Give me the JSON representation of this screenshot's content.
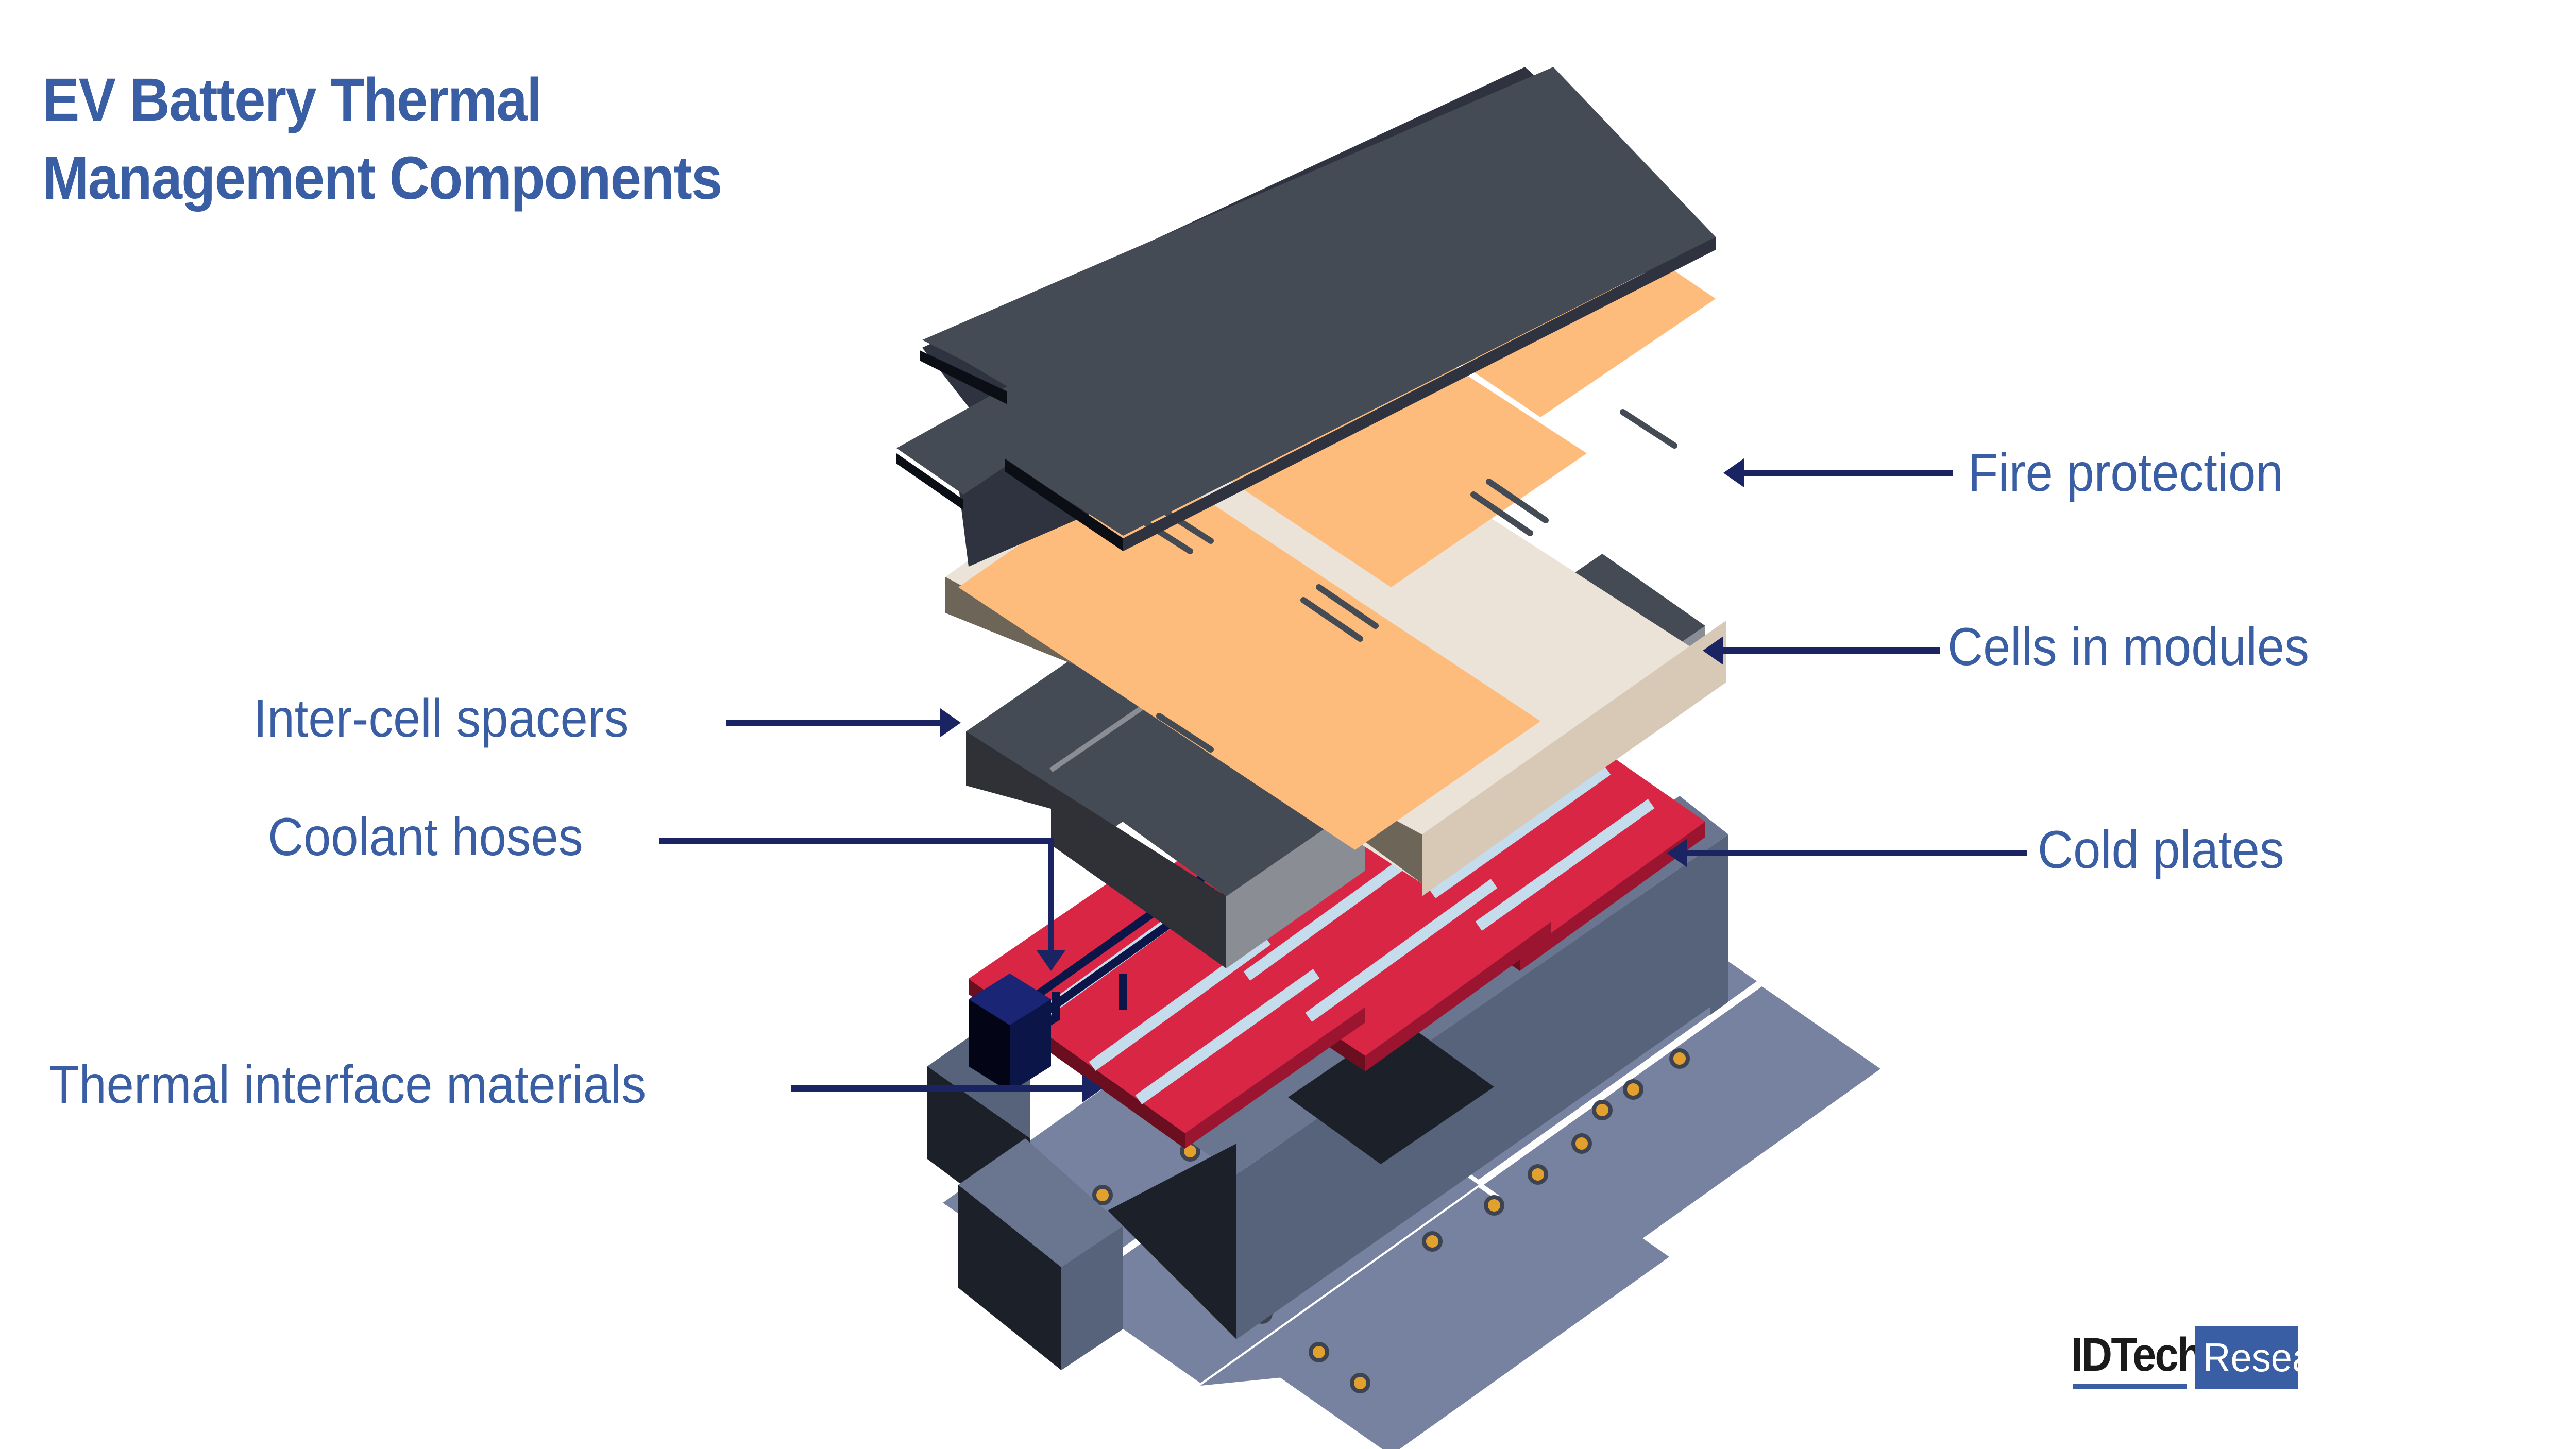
{
  "title": {
    "line1": "EV Battery Thermal",
    "line2": "Management Components"
  },
  "labels": {
    "fire_protection": "Fire protection",
    "cells_in_modules": "Cells in modules",
    "cold_plates": "Cold plates",
    "inter_cell_spacers": "Inter-cell spacers",
    "coolant_hoses": "Coolant hoses",
    "thermal_interface_materials": "Thermal interface materials"
  },
  "logo": {
    "brand": "IDTechEx",
    "tag": "Research"
  },
  "colors": {
    "text_blue": "#3a5ea3",
    "arrow_navy": "#1b2463",
    "lid_gray": "#454b54",
    "fire_orange": "#fdbb7c",
    "fire_frame": "#ebe2d8",
    "cold_plate_red": "#d92644",
    "cold_plate_stripe": "#c5dced",
    "tray_gray": "#57637a",
    "tim_pad": "#7782a0",
    "terminal_gold": "#e2a12e"
  }
}
